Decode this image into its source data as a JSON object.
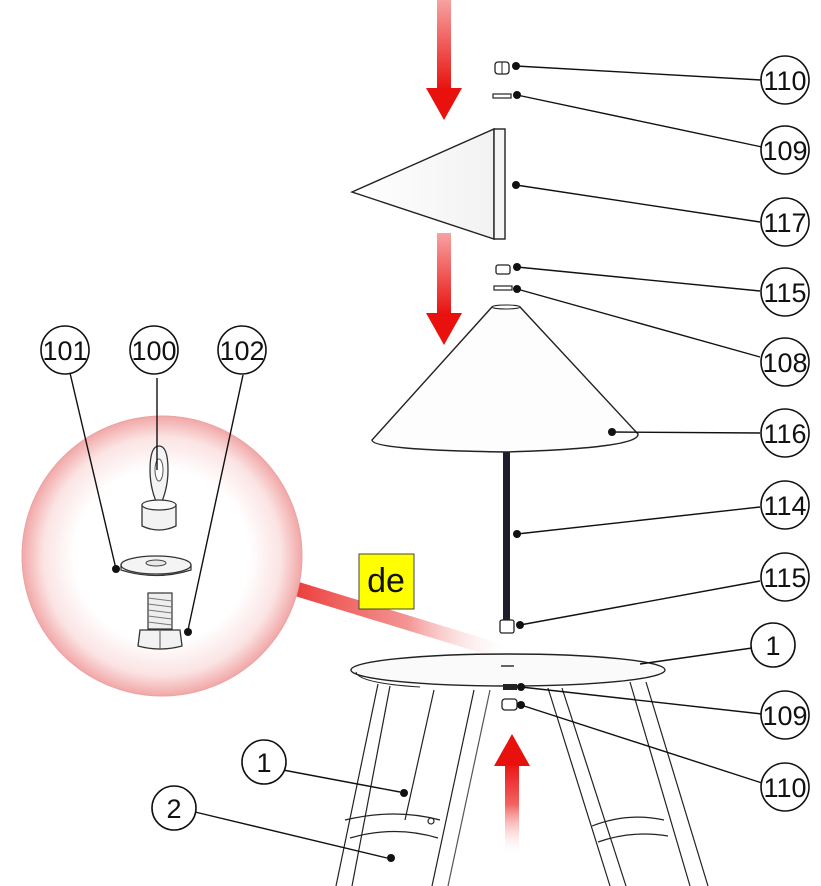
{
  "diagram": {
    "callouts": {
      "c110_top": "110",
      "c109_top": "109",
      "c117": "117",
      "c115_top": "115",
      "c108": "108",
      "c116": "116",
      "c114": "114",
      "c115_mid": "115",
      "c1_right": "1",
      "c109_bottom": "109",
      "c110_bottom": "110",
      "c1_left": "1",
      "c2_left": "2",
      "c101": "101",
      "c100": "100",
      "c102": "102"
    },
    "language_tag": "de",
    "colors": {
      "arrow_red": "#e8110e",
      "highlight_yellow": "#ffff00",
      "detail_circle_pink": "#f4b6b6"
    }
  }
}
